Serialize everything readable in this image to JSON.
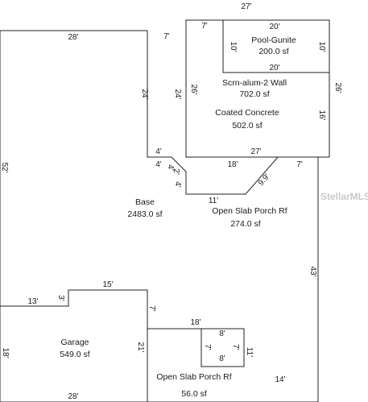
{
  "watermark": "StellarMLS",
  "areas": {
    "pool_name": "Pool-Gunite",
    "pool_sf": "200.0 sf",
    "screen_name": "Scrn-alum-2 Wall",
    "screen_sf": "702.0 sf",
    "coated_name": "Coated Concrete",
    "coated_sf": "502.0 sf",
    "base_name": "Base",
    "base_sf": "2483.0 sf",
    "porch1_name": "Open Slab Porch Rf",
    "porch1_sf": "274.0 sf",
    "garage_name": "Garage",
    "garage_sf": "549.0 sf",
    "porch2_name": "Open Slab Porch Rf",
    "porch2_sf": "56.0 sf"
  },
  "dimensions": {
    "top_overall": "27'",
    "top_left": "28'",
    "notch_top": "7'",
    "screen_top_left": "7'",
    "pool_top": "20'",
    "pool_left": "10'",
    "pool_right": "10'",
    "pool_bottom": "20'",
    "notch_left": "24'",
    "screen_left_inner": "24'",
    "screen_left": "26'",
    "screen_right": "26'",
    "coated_right": "16'",
    "base_left": "52'",
    "screen_bottom": "27'",
    "notch_bottom": "4'",
    "step_4a": "4'",
    "step_4b": "4'",
    "step_2": "2'",
    "step_4c": "4'",
    "porch_top": "18'",
    "porch_right_top": "7'",
    "porch_diag": "9.9'",
    "porch_bottom": "11'",
    "right_side": "43'",
    "garage_top": "15'",
    "garage_step_h": "13'",
    "garage_step_v": "3'",
    "garage_right_v": "7'",
    "garage_left": "18'",
    "garage_right": "21'",
    "porch2_top": "18'",
    "porch2_box_top": "8'",
    "porch2_box_left": "7'",
    "porch2_box_right": "7'",
    "porch2_box_bottom": "8'",
    "porch2_right": "11'",
    "porch2_bottom": "14'",
    "garage_bottom": "28'"
  }
}
